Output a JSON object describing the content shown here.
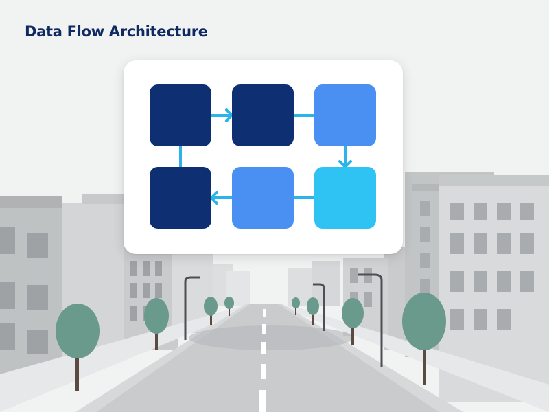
{
  "title": "Data Flow Architecture",
  "colors": {
    "dark_navy": "#0f2f73",
    "medium_blue": "#4a90f2",
    "light_cyan": "#2ec3f2",
    "arrow": "#2bb3ea"
  },
  "diagram": {
    "nodes": [
      {
        "id": "n1",
        "color": "dark_navy"
      },
      {
        "id": "n2",
        "color": "dark_navy"
      },
      {
        "id": "n3",
        "color": "medium_blue"
      },
      {
        "id": "n4",
        "color": "dark_navy"
      },
      {
        "id": "n5",
        "color": "medium_blue"
      },
      {
        "id": "n6",
        "color": "light_cyan"
      }
    ],
    "edges": [
      {
        "from": "n1",
        "to": "n2",
        "arrow": true
      },
      {
        "from": "n2",
        "to": "n3",
        "arrow": false
      },
      {
        "from": "n3",
        "to": "n6",
        "arrow": true
      },
      {
        "from": "n6",
        "to": "n5",
        "arrow": false
      },
      {
        "from": "n5",
        "to": "n4",
        "arrow": true
      },
      {
        "from": "n1",
        "to": "n4",
        "arrow": false
      }
    ]
  },
  "background": {
    "scene": "city-street",
    "tree_color": "#6a9a8b"
  }
}
